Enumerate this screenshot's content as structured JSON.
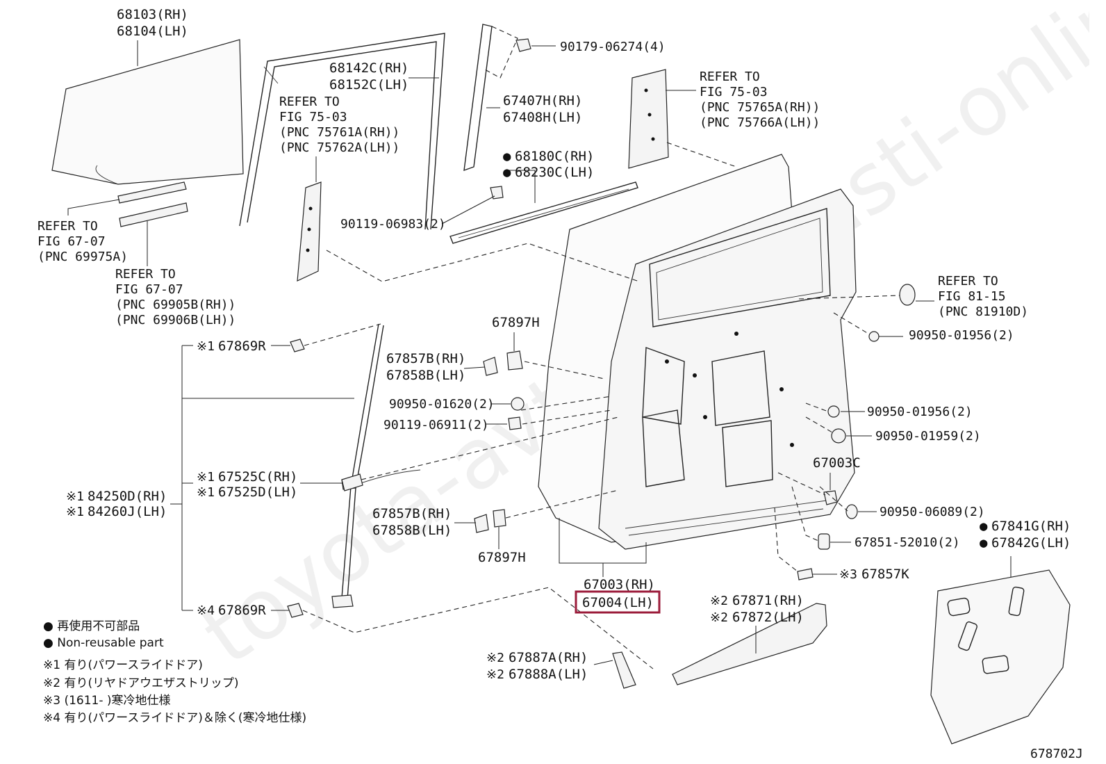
{
  "diagram_id": "678702J",
  "watermark": "toyota-avtozapchasti-online.ru",
  "labels": {
    "p68103": "68103(RH)",
    "p68104": "68104(LH)",
    "p68142c": "68142C(RH)",
    "p68152c": "68152C(LH)",
    "p90179": "90179-06274(4)",
    "p67407h": "67407H(RH)",
    "p67408h": "67408H(LH)",
    "ref7503a": [
      "REFER TO",
      "FIG 75-03",
      "(PNC 75761A(RH))",
      "(PNC 75762A(LH))"
    ],
    "ref7503b": [
      "REFER TO",
      "FIG 75-03",
      "(PNC 75765A(RH))",
      "(PNC 75766A(LH))"
    ],
    "p68180c": "68180C(RH)",
    "p68230c": "68230C(LH)",
    "p90119a": "90119-06983(2)",
    "ref6707a": [
      "REFER TO",
      "FIG 67-07",
      "(PNC 69975A)"
    ],
    "ref6707b": [
      "REFER TO",
      "FIG 67-07",
      "(PNC 69905B(RH))",
      "(PNC 69906B(LH))"
    ],
    "ref8115": [
      "REFER TO",
      "FIG 81-15",
      "(PNC 81910D)"
    ],
    "p90950a": "90950-01956(2)",
    "p67897h_top": "67897H",
    "p67869r_top": "67869R",
    "p67857b_top": "67857B(RH)",
    "p67858b_top": "67858B(LH)",
    "p90950b": "90950-01620(2)",
    "p90119b": "90119-06911(2)",
    "p90950c": "90950-01956(2)",
    "p90950d": "90950-01959(2)",
    "p67003c": "67003C",
    "p67525c": "67525C(RH)",
    "p67525d": "67525D(LH)",
    "p84250d": "84250D(RH)",
    "p84260j": "84260J(LH)",
    "p90950e": "90950-06089(2)",
    "p67857b_bot": "67857B(RH)",
    "p67858b_bot": "67858B(LH)",
    "p67897h_bot": "67897H",
    "p67841g": "67841G(RH)",
    "p67842g": "67842G(LH)",
    "p67851": "67851-52010(2)",
    "p67857k": "67857K",
    "p67003": "67003(RH)",
    "p67004": "67004(LH)",
    "p67869r_bot": "67869R",
    "p67871": "67871(RH)",
    "p67872": "67872(LH)",
    "p67887a": "67887A(RH)",
    "p67888a": "67888A(LH)"
  },
  "marks": {
    "m1": "※1",
    "m2": "※2",
    "m3": "※3",
    "m4": "※4",
    "dot": "●"
  },
  "highlight": {
    "part": "67004(LH)",
    "color": "#9b1b3a"
  },
  "legend": {
    "jp_nonreuse": "● 再使用不可部品",
    "en_nonreuse": "● Non-reusable part",
    "note1": "※1 有り(パワースライドドア)",
    "note2": "※2 有り(リヤドアウエザストリップ)",
    "note3": "※3 (1611-      )寒冷地仕様",
    "note4": "※4 有り(パワースライドドア)＆除く(寒冷地仕様)"
  }
}
